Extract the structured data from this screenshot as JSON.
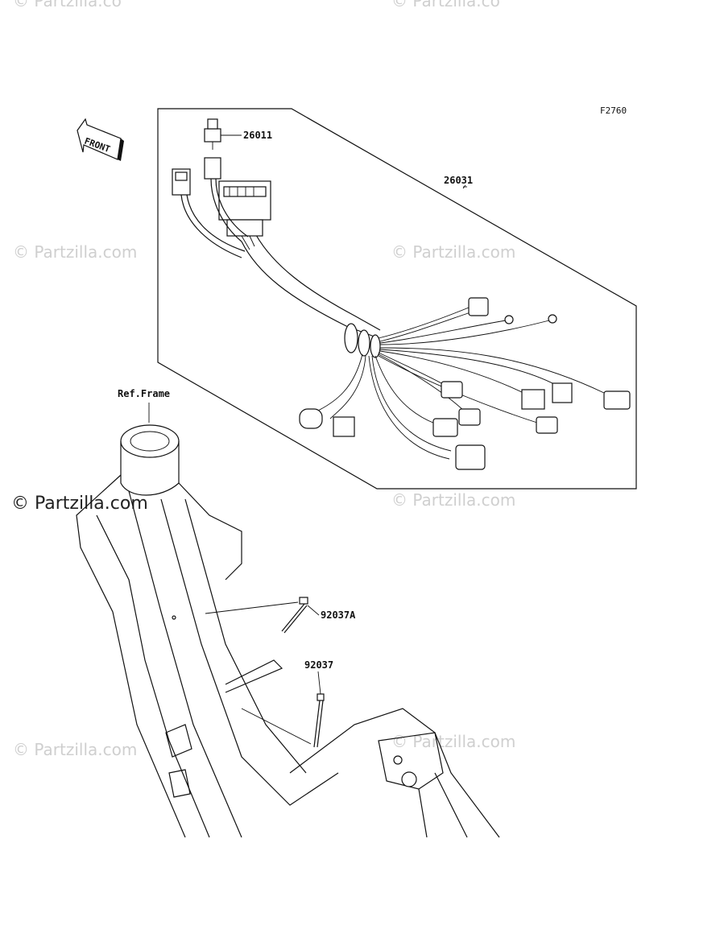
{
  "diagram": {
    "code": "F2760",
    "front_label": "FRONT",
    "ref_label": "Ref.Frame",
    "parts": {
      "p26011": "26011",
      "p26031": "26031",
      "p92037A": "92037A",
      "p92037": "92037"
    }
  },
  "watermarks": {
    "text": "© Partzilla.com",
    "top_clip": "© Partzilla.co"
  }
}
